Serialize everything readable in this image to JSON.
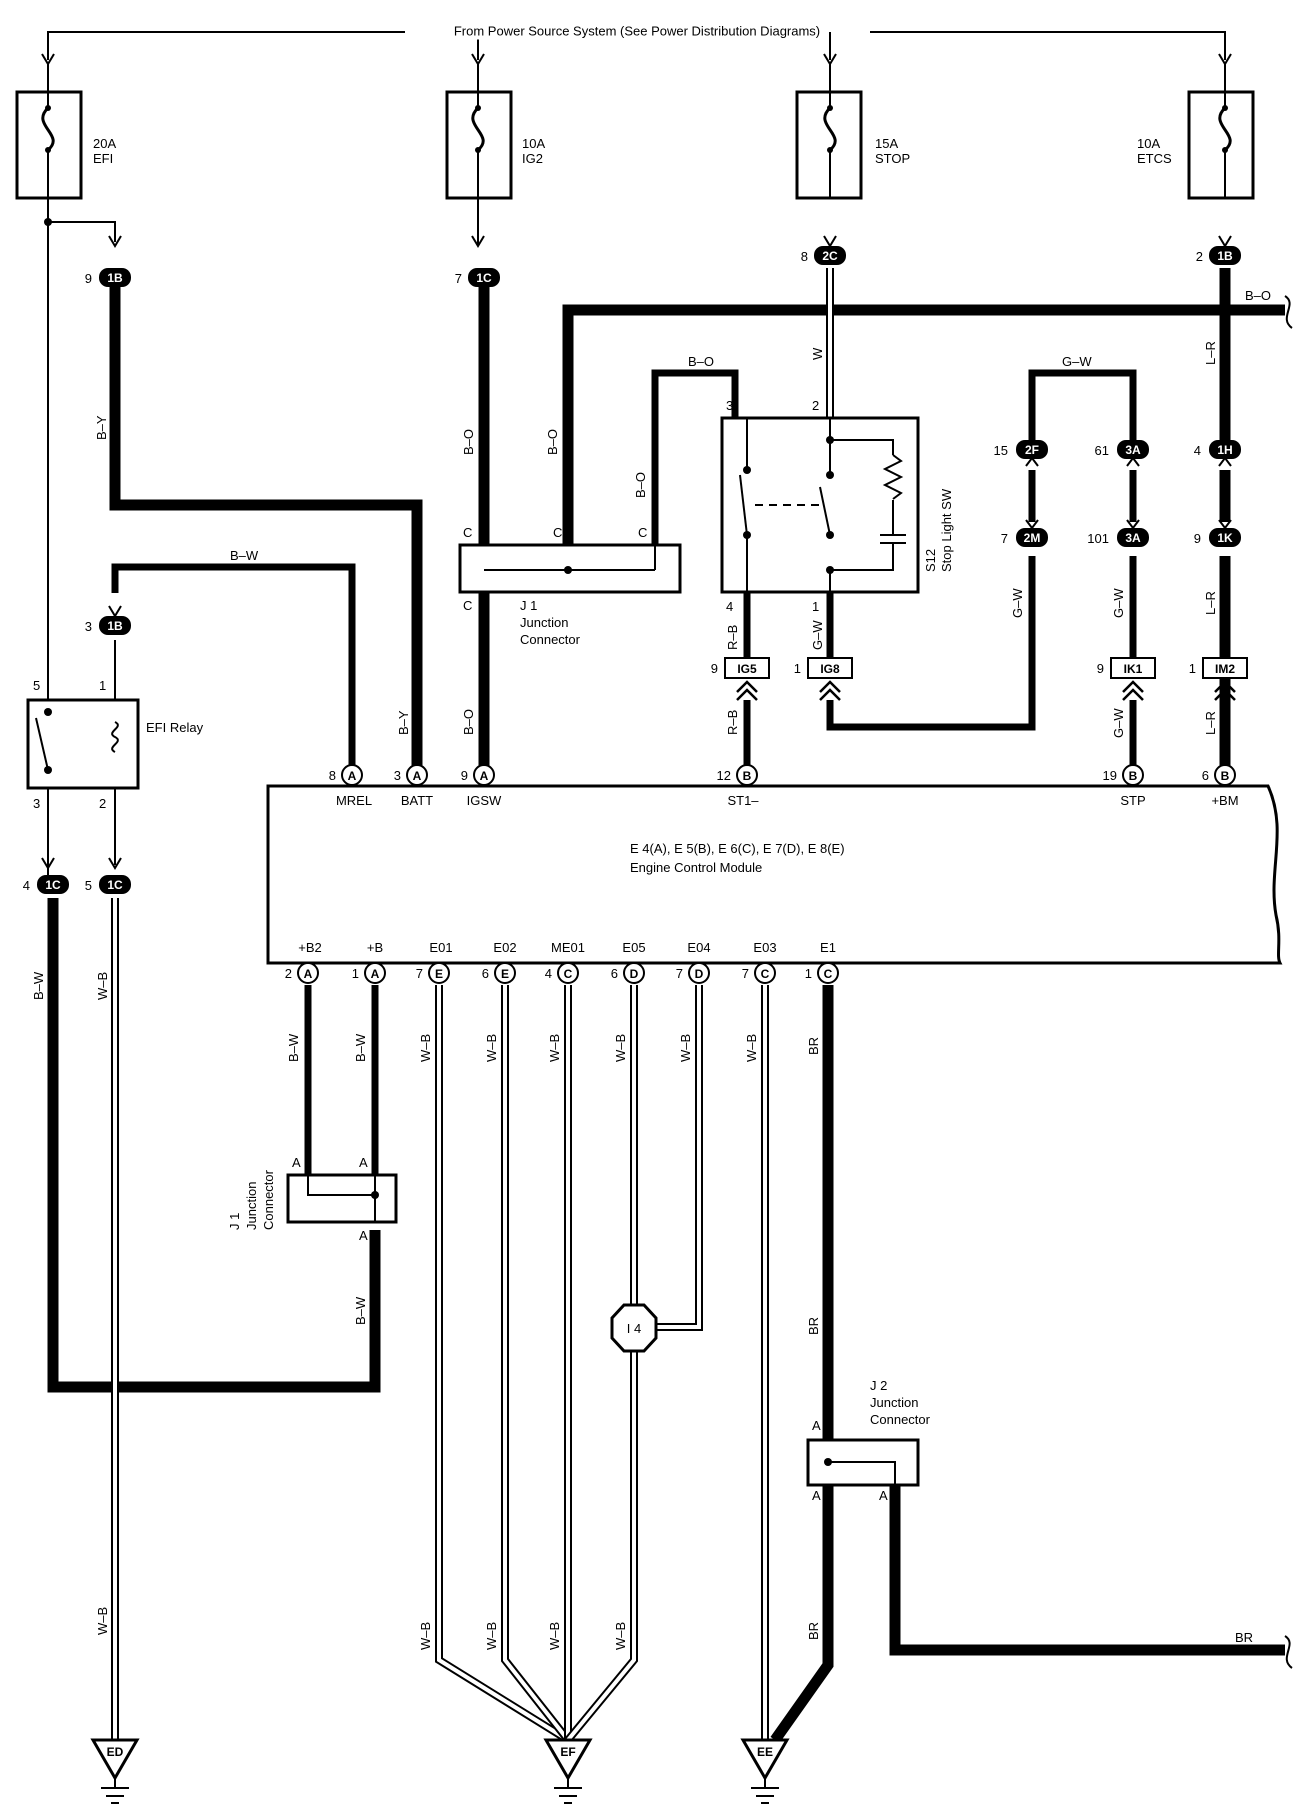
{
  "header": {
    "source_text": "From Power Source System (See Power Distribution Diagrams)"
  },
  "fuses": [
    {
      "amp": "20A",
      "name": "EFI"
    },
    {
      "amp": "10A",
      "name": "IG2"
    },
    {
      "amp": "15A",
      "name": "STOP"
    },
    {
      "amp": "10A",
      "name": "ETCS"
    }
  ],
  "connectors": {
    "c1": {
      "pin": "9",
      "id": "1B"
    },
    "c2": {
      "pin": "7",
      "id": "1C"
    },
    "c3": {
      "pin": "8",
      "id": "2C"
    },
    "c4": {
      "pin": "2",
      "id": "1B"
    },
    "c5": {
      "pin": "3",
      "id": "1B"
    },
    "c6": {
      "pin": "15",
      "id": "2F"
    },
    "c7": {
      "pin": "7",
      "id": "2M"
    },
    "c8": {
      "pin": "61",
      "id": "3A"
    },
    "c9": {
      "pin": "101",
      "id": "3A"
    },
    "c10": {
      "pin": "4",
      "id": "1H"
    },
    "c11": {
      "pin": "9",
      "id": "1K"
    },
    "c12": {
      "pin": "4",
      "id": "1C"
    },
    "c13": {
      "pin": "5",
      "id": "1C"
    }
  },
  "inline_connectors": [
    {
      "pin": "9",
      "id": "IG5"
    },
    {
      "pin": "1",
      "id": "IG8"
    },
    {
      "pin": "9",
      "id": "IK1"
    },
    {
      "pin": "1",
      "id": "IM2"
    }
  ],
  "wire_colors": {
    "by": "B–Y",
    "bw": "B–W",
    "bo": "B–O",
    "w": "W",
    "gw": "G–W",
    "lr": "L–R",
    "rb": "R–B",
    "wb": "W–B",
    "br": "BR"
  },
  "efi_relay": {
    "name": "EFI Relay",
    "pin5": "5",
    "pin1": "1",
    "pin3": "3",
    "pin2": "2"
  },
  "stop_switch": {
    "code": "S12",
    "name": "Stop Light SW",
    "pin3": "3",
    "pin2": "2",
    "pin4": "4",
    "pin1": "1"
  },
  "junction_j1_top": {
    "code": "J 1",
    "name": "Junction",
    "name2": "Connector",
    "pin": "C"
  },
  "junction_j1_low": {
    "code": "J 1",
    "name": "Junction",
    "name2": "Connector",
    "pin": "A"
  },
  "junction_j2": {
    "code": "J 2",
    "name": "Junction",
    "name2": "Connector",
    "pin": "A"
  },
  "ecm": {
    "codes": "E 4(A), E 5(B), E 6(C), E 7(D), E 8(E)",
    "name": "Engine Control Module",
    "top_pins": [
      {
        "num": "8",
        "letter": "A",
        "label": "MREL"
      },
      {
        "num": "3",
        "letter": "A",
        "label": "BATT"
      },
      {
        "num": "9",
        "letter": "A",
        "label": "IGSW"
      },
      {
        "num": "12",
        "letter": "B",
        "label": "ST1–"
      },
      {
        "num": "19",
        "letter": "B",
        "label": "STP"
      },
      {
        "num": "6",
        "letter": "B",
        "label": "+BM"
      }
    ],
    "bottom_pins": [
      {
        "num": "2",
        "letter": "A",
        "label": "+B2"
      },
      {
        "num": "1",
        "letter": "A",
        "label": "+B"
      },
      {
        "num": "7",
        "letter": "E",
        "label": "E01"
      },
      {
        "num": "6",
        "letter": "E",
        "label": "E02"
      },
      {
        "num": "4",
        "letter": "C",
        "label": "ME01"
      },
      {
        "num": "6",
        "letter": "D",
        "label": "E05"
      },
      {
        "num": "7",
        "letter": "D",
        "label": "E04"
      },
      {
        "num": "7",
        "letter": "C",
        "label": "E03"
      },
      {
        "num": "1",
        "letter": "C",
        "label": "E1"
      }
    ]
  },
  "splice_i4": "I 4",
  "grounds": [
    "ED",
    "EF",
    "EE"
  ]
}
